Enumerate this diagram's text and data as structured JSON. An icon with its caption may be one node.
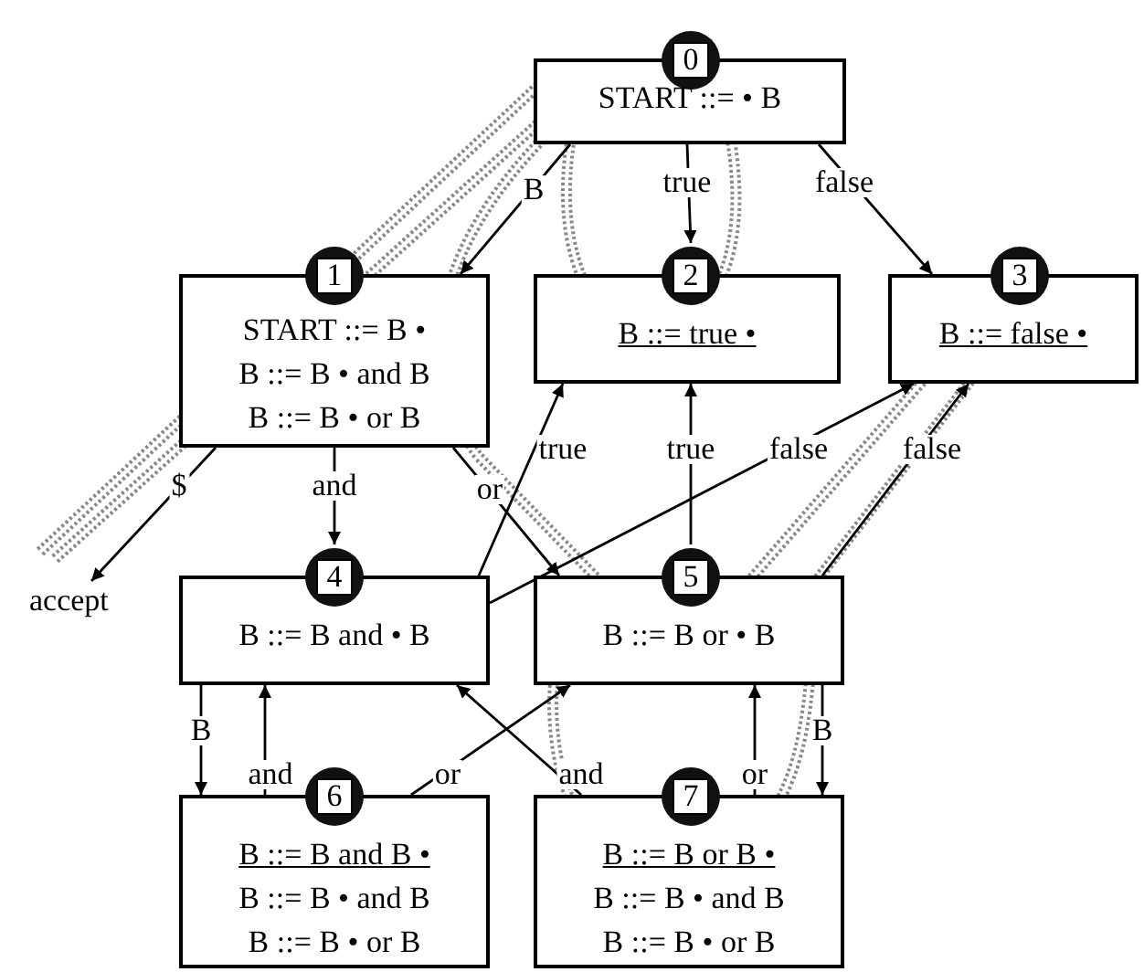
{
  "diagram": {
    "nodes": [
      {
        "text": [
          "0",
          "START ::= • B"
        ]
      },
      {
        "text": [
          "1",
          "START ::= B •",
          "B ::= B • and B",
          "B ::= B • or B"
        ]
      },
      {
        "text": [
          "2",
          "B ::= true •"
        ]
      },
      {
        "text": [
          "3",
          "B ::= false •"
        ]
      },
      {
        "text": [
          "4",
          "B ::= B and • B"
        ]
      },
      {
        "text": [
          "5",
          "B ::= B or • B"
        ]
      },
      {
        "text": [
          "6",
          "B ::= B and B •",
          "B ::= B • and B",
          "B ::= B • or B"
        ]
      },
      {
        "text": [
          "7",
          "B ::= B or B •",
          "B ::= B • and B",
          "B ::= B • or B"
        ]
      },
      {
        "text": [
          "accept"
        ]
      }
    ],
    "edges": [
      {
        "from": 0,
        "to": 1,
        "arrow": "to",
        "label": "B"
      },
      {
        "from": 0,
        "to": 2,
        "arrow": "to",
        "label": "true"
      },
      {
        "from": 0,
        "to": 3,
        "arrow": "to",
        "label": "false"
      },
      {
        "from": 1,
        "to": 8,
        "arrow": "to",
        "label": "$"
      },
      {
        "from": 1,
        "to": 4,
        "arrow": "to",
        "label": "and"
      },
      {
        "from": 1,
        "to": 5,
        "arrow": "to",
        "label": "or"
      },
      {
        "from": 4,
        "to": 2,
        "arrow": "to",
        "label": "true"
      },
      {
        "from": 5,
        "to": 2,
        "arrow": "to",
        "label": "true"
      },
      {
        "from": 4,
        "to": 3,
        "arrow": "to",
        "label": "false"
      },
      {
        "from": 5,
        "to": 3,
        "arrow": "to",
        "label": "false"
      },
      {
        "from": 4,
        "to": 6,
        "arrow": "to",
        "label": "B"
      },
      {
        "from": 6,
        "to": 4,
        "arrow": "to",
        "label": "and"
      },
      {
        "from": 6,
        "to": 5,
        "arrow": "to",
        "label": "or"
      },
      {
        "from": 7,
        "to": 4,
        "arrow": "to",
        "label": "and"
      },
      {
        "from": 7,
        "to": 5,
        "arrow": "to",
        "label": "or"
      },
      {
        "from": 5,
        "to": 7,
        "arrow": "to",
        "label": "B"
      }
    ]
  }
}
